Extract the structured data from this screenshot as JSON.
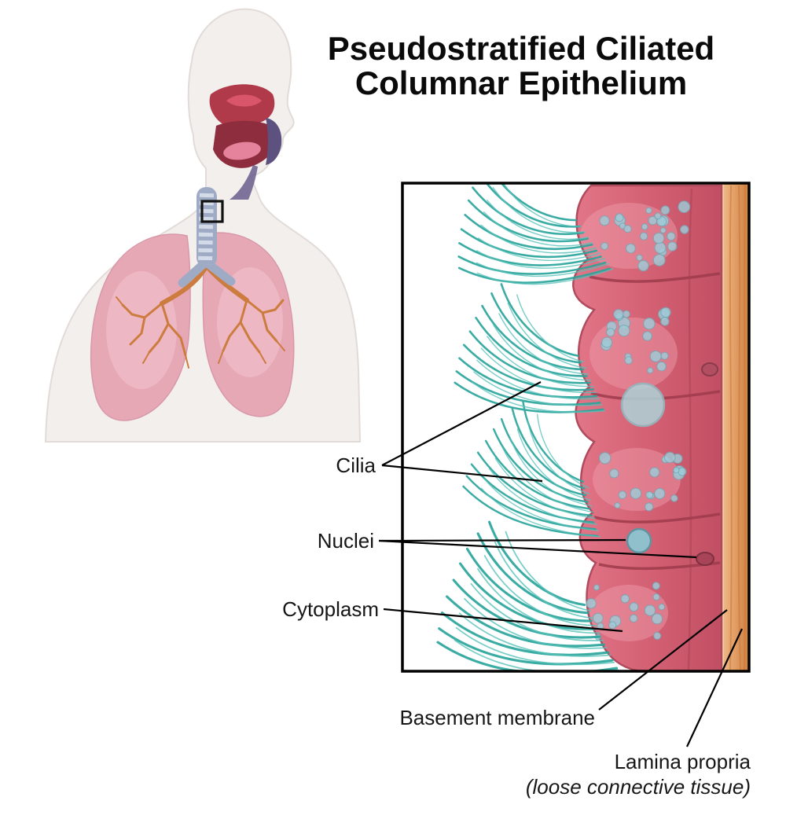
{
  "title": {
    "line1": "Pseudostratified Ciliated",
    "line2": "Columnar Epithelium"
  },
  "labels": {
    "cilia": "Cilia",
    "nuclei": "Nuclei",
    "cytoplasm": "Cytoplasm",
    "basement_membrane": "Basement membrane",
    "lamina_propria": "Lamina propria",
    "lamina_propria_sub": "(loose connective tissue)"
  },
  "colors": {
    "cilia_teal": "#2ba69c",
    "cell_pink": "#d96a7c",
    "nuclei_blue": "#9fccd8",
    "lamina_orange": "#e0945c",
    "lung_pink": "#e7a5b4",
    "bronchi_orange": "#cd7c3f",
    "outline_black": "#000000"
  }
}
